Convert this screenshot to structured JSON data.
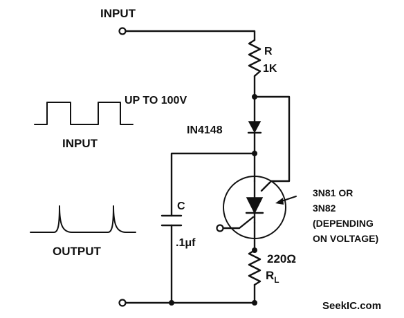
{
  "labels": {
    "input_terminal": "INPUT",
    "resistor_name": "R",
    "resistor_value": "1K",
    "input_wave_amplitude": "UP TO 100V",
    "input_wave": "INPUT",
    "diode": "IN4148",
    "scr_part_line1": "3N81 OR",
    "scr_part_line2": "3N82",
    "scr_note_line1": "(DEPENDING",
    "scr_note_line2": "ON VOLTAGE)",
    "capacitor_name": "C",
    "capacitor_value": ".1μf",
    "output_wave": "OUTPUT",
    "load_value": "220Ω",
    "load_name": "R",
    "load_subscript": "L"
  },
  "watermark": "SeekIC.com"
}
